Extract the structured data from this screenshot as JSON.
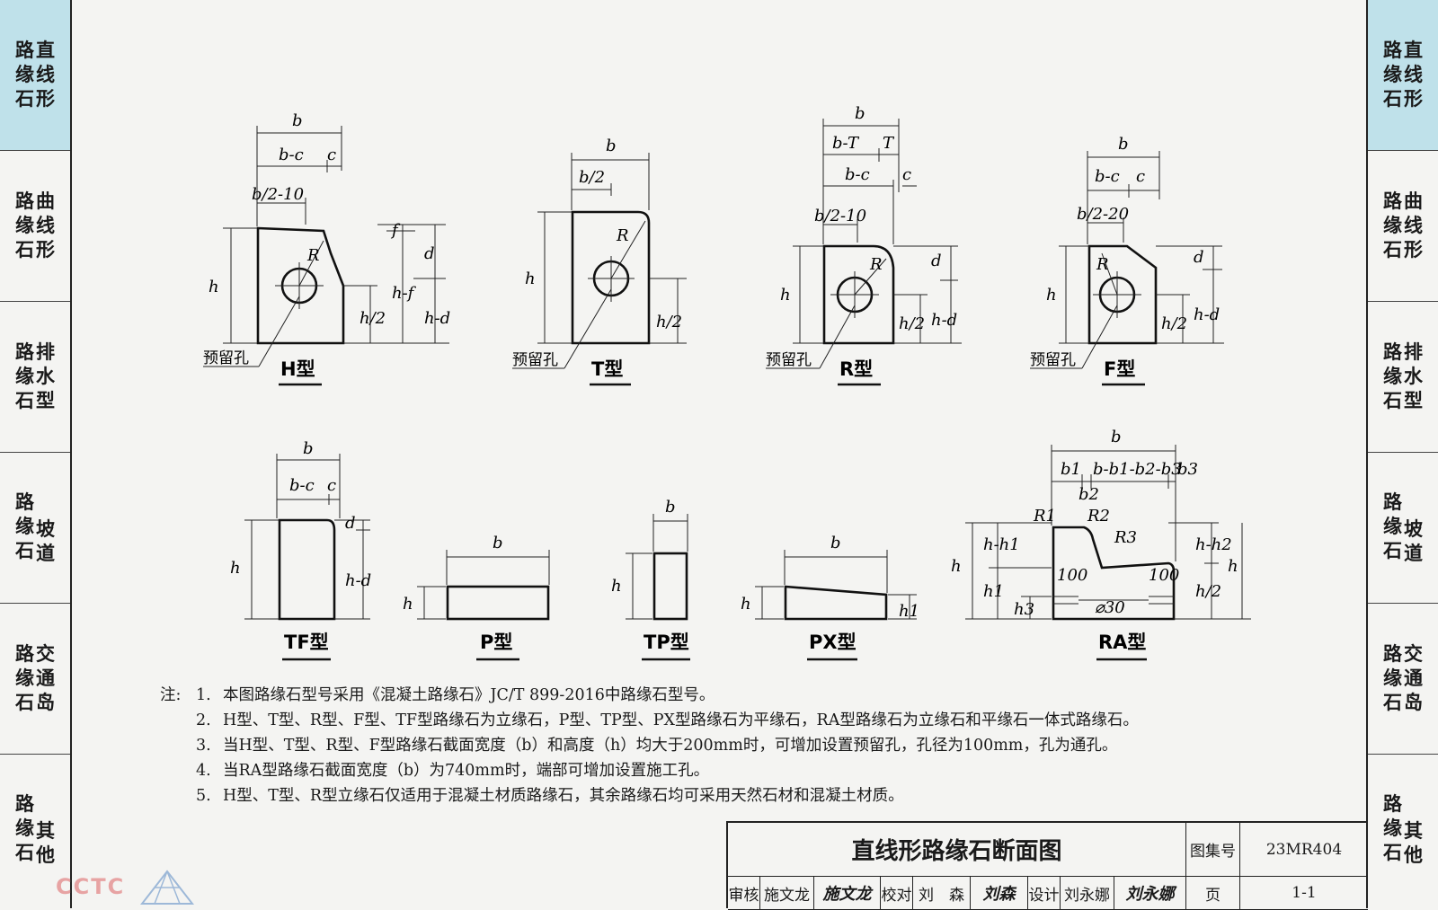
{
  "sidebar": {
    "tabs": [
      {
        "col1": "路缘石",
        "col2": "直线形",
        "active": true
      },
      {
        "col1": "路缘石",
        "col2": "曲线形",
        "active": false
      },
      {
        "col1": "路缘石",
        "col2": "排水型",
        "active": false
      },
      {
        "col1": "路缘石",
        "col2": "坡道",
        "active": false
      },
      {
        "col1": "路缘石",
        "col2": "交通岛",
        "active": false
      },
      {
        "col1": "路缘石",
        "col2": "其他",
        "active": false
      }
    ],
    "active_color": "#bfe1ea"
  },
  "drawing": {
    "labels": {
      "b": "b",
      "bc": "b-c",
      "c": "c",
      "h": "h",
      "hf": "h-f",
      "f": "f",
      "d": "d",
      "hd": "h-d",
      "h2": "h/2",
      "R": "R",
      "b2_10": "b/2-10",
      "b_half": "b/2",
      "bT": "b-T",
      "T": "T",
      "b2_20": "b/2-20",
      "hole": "预留孔",
      "h1": "h1",
      "b1": "b1",
      "b3": "b3",
      "b2": "b2",
      "bb": "b-b1-b2-b3",
      "R1": "R1",
      "R2": "R2",
      "R3": "R3",
      "hh1": "h-h1",
      "hh2": "h-h2",
      "h3": "h3",
      "d100": "100",
      "phi30": "⌀30"
    },
    "types": {
      "H": "H型",
      "T": "T型",
      "R": "R型",
      "F": "F型",
      "TF": "TF型",
      "P": "P型",
      "TP": "TP型",
      "PX": "PX型",
      "RA": "RA型"
    }
  },
  "notes": {
    "lead": "注:",
    "items": [
      {
        "num": "1.",
        "text": "本图路缘石型号采用《混凝土路缘石》JC/T 899-2016中路缘石型号。"
      },
      {
        "num": "2.",
        "text": "H型、T型、R型、F型、TF型路缘石为立缘石，P型、TP型、PX型路缘石为平缘石，RA型路缘石为立缘石和平缘石一体式路缘石。"
      },
      {
        "num": "3.",
        "text": "当H型、T型、R型、F型路缘石截面宽度（b）和高度（h）均大于200mm时，可增加设置预留孔，孔径为100mm，孔为通孔。"
      },
      {
        "num": "4.",
        "text": "当RA型路缘石截面宽度（b）为740mm时，端部可增加设置施工孔。"
      },
      {
        "num": "5.",
        "text": "H型、T型、R型立缘石仅适用于混凝土材质路缘石，其余路缘石均可采用天然石材和混凝土材质。"
      }
    ]
  },
  "titleblock": {
    "title": "直线形路缘石断面图",
    "atlas_label": "图集号",
    "atlas_no": "23MR404",
    "review_label": "审核",
    "reviewer": "施文龙",
    "reviewer_sig": "施文龙",
    "check_label": "校对",
    "checker": "刘　森",
    "checker_sig": "刘森",
    "design_label": "设计",
    "designer": "刘永娜",
    "designer_sig": "刘永娜",
    "page_label": "页",
    "page_no": "1-1"
  },
  "logo": {
    "text": "CCTC"
  }
}
